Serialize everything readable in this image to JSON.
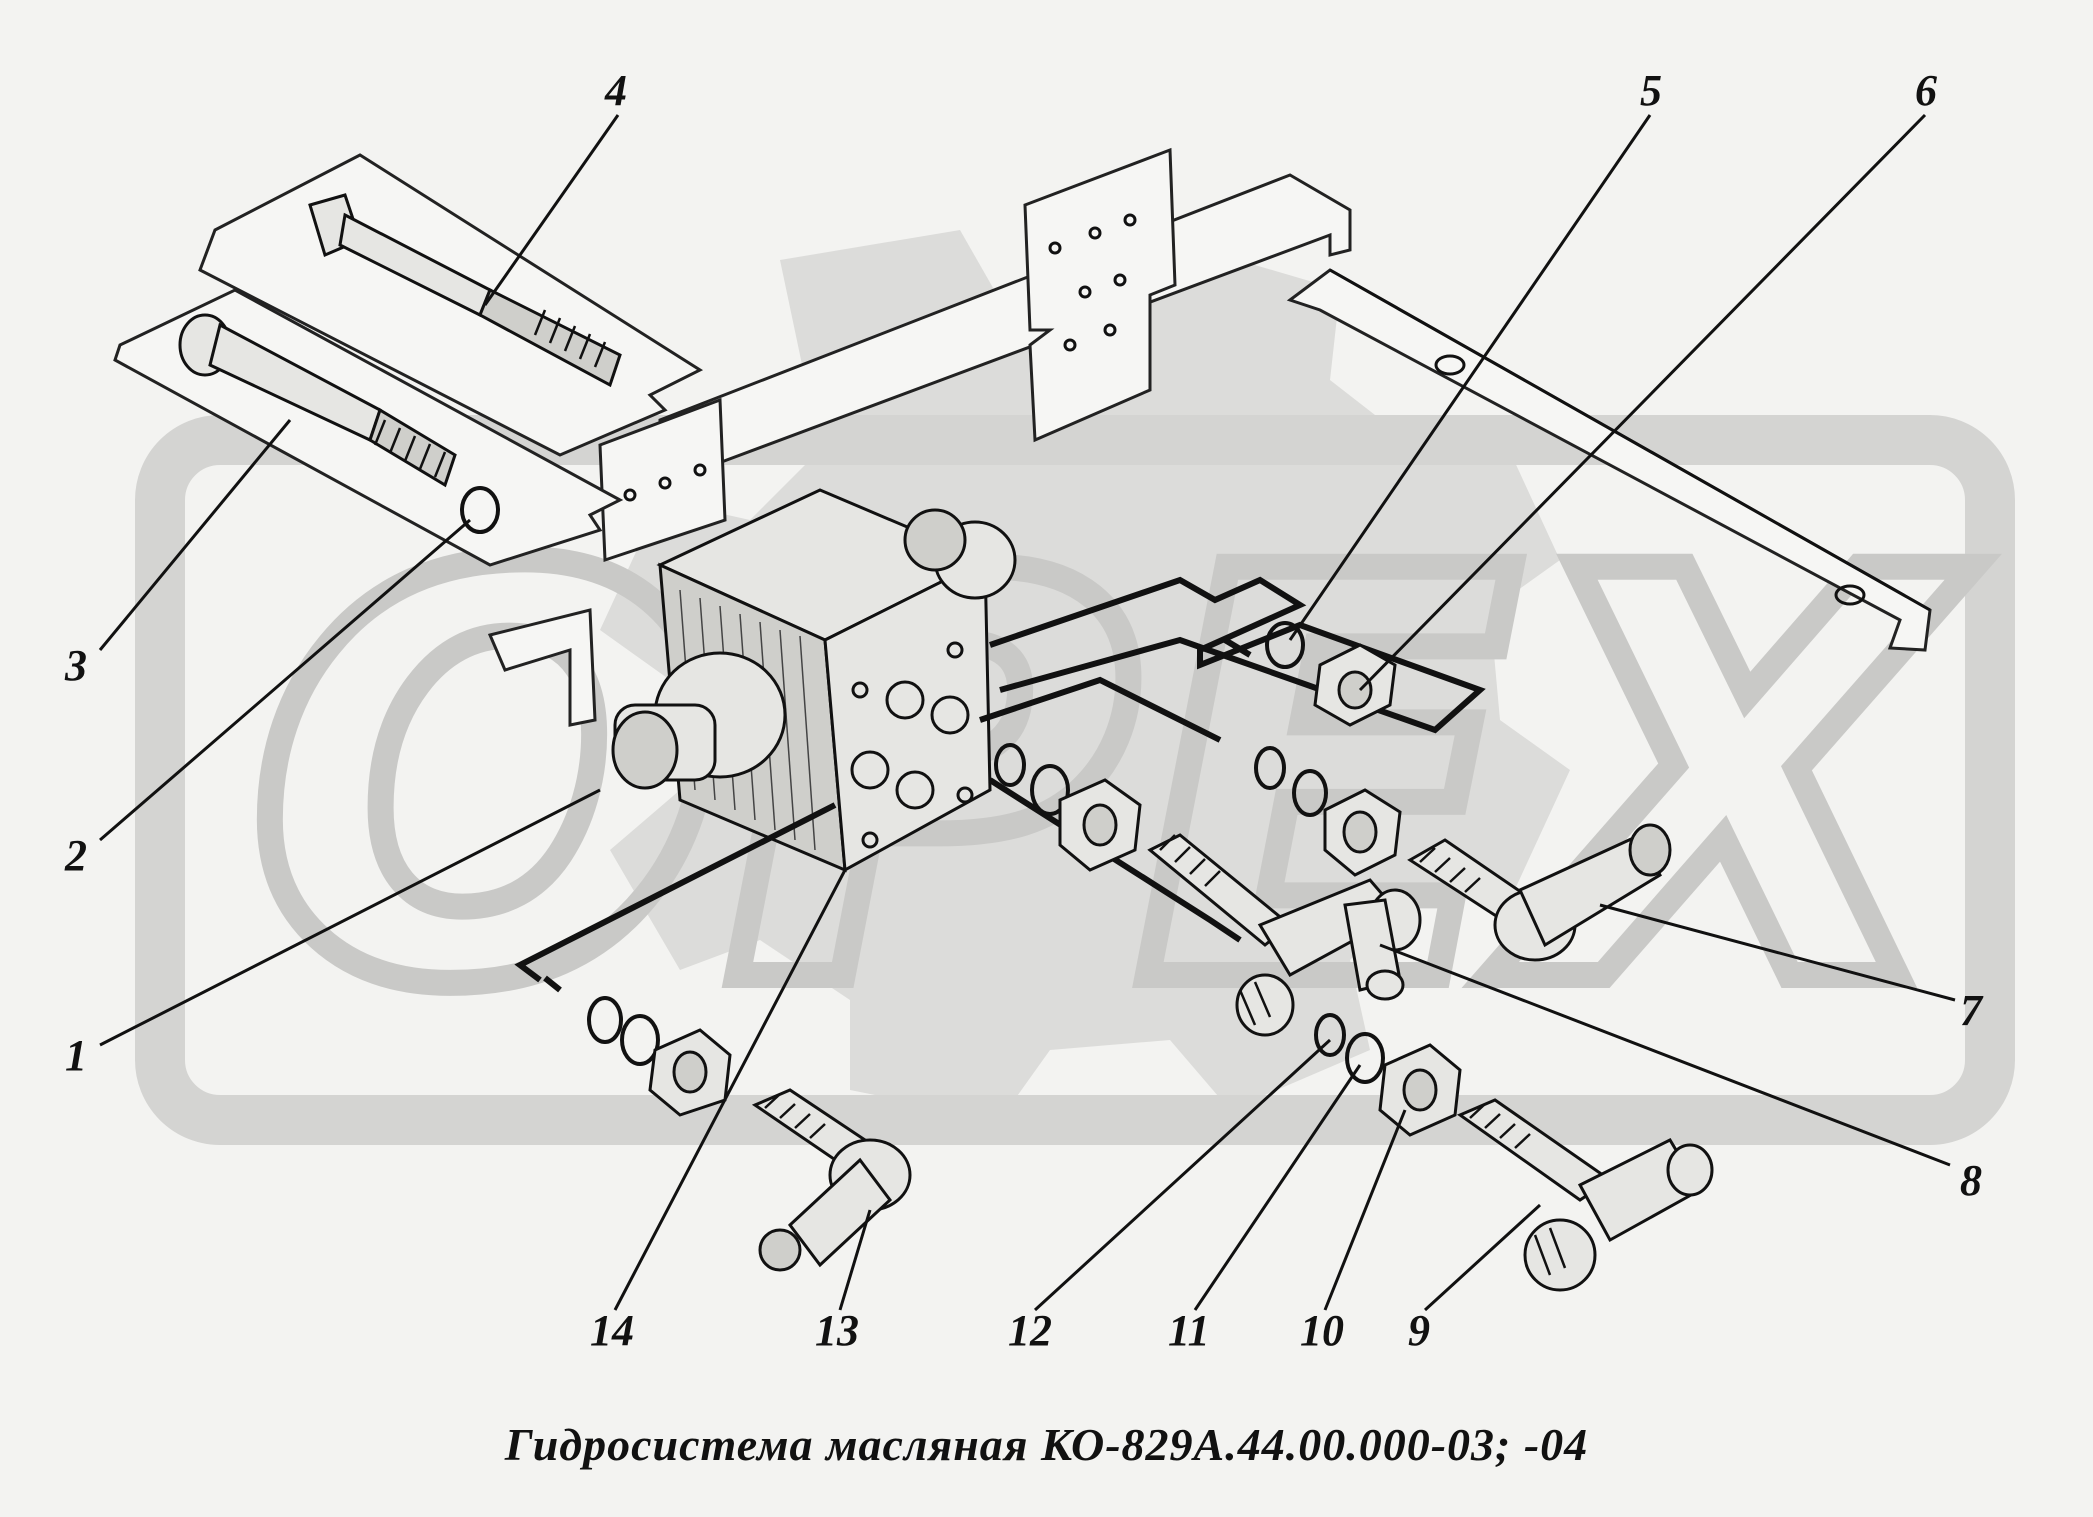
{
  "title": "Гидросистема масляная КО-829А.44.00.000-03; -04",
  "watermark": {
    "text": "ОРЕХ",
    "color": "#c9c9c7"
  },
  "colors": {
    "background": "#f3f3f1",
    "ink": "#111111",
    "watermark": "#c9c9c7"
  },
  "callouts": [
    {
      "id": 1,
      "label": "1"
    },
    {
      "id": 2,
      "label": "2"
    },
    {
      "id": 3,
      "label": "3"
    },
    {
      "id": 4,
      "label": "4"
    },
    {
      "id": 5,
      "label": "5"
    },
    {
      "id": 6,
      "label": "6"
    },
    {
      "id": 7,
      "label": "7"
    },
    {
      "id": 8,
      "label": "8"
    },
    {
      "id": 9,
      "label": "9"
    },
    {
      "id": 10,
      "label": "10"
    },
    {
      "id": 11,
      "label": "11"
    },
    {
      "id": 12,
      "label": "12"
    },
    {
      "id": 13,
      "label": "13"
    },
    {
      "id": 14,
      "label": "14"
    }
  ]
}
